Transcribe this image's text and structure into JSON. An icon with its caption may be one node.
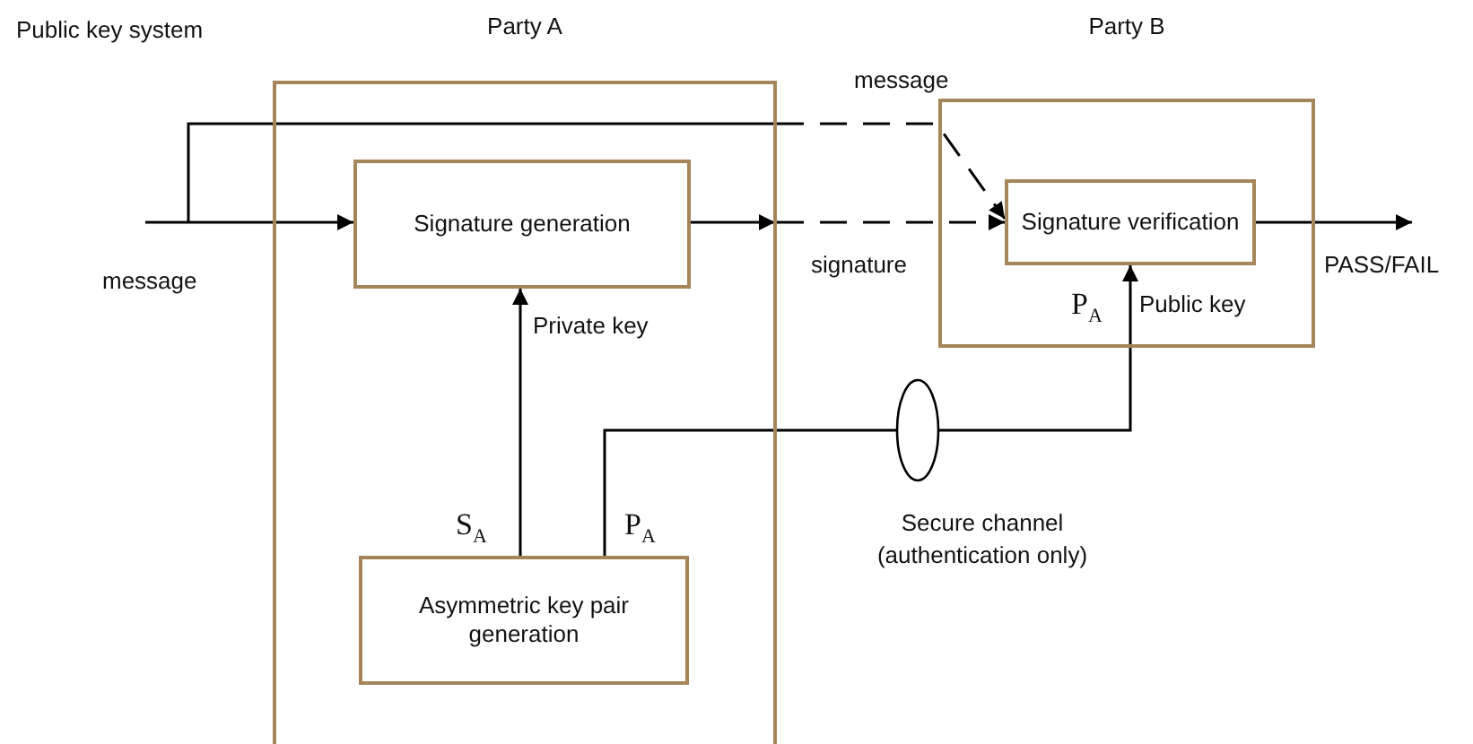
{
  "diagram": {
    "nodes": [
      {
        "text": [
          "Party A"
        ]
      },
      {
        "text": [
          "Signature generation"
        ],
        "in": 0
      },
      {
        "text": [
          "Asymmetric key pair generation"
        ],
        "in": 0
      },
      {
        "text": [
          "Party B"
        ]
      },
      {
        "text": [
          "Signature verification"
        ],
        "in": 3
      },
      {
        "text": [],
        "shape": "ellipse",
        "beside": [
          "Secure channel (authentication only)"
        ]
      }
    ],
    "edges": [
      {
        "from": null,
        "to": 1,
        "arrow": "to",
        "label": "message"
      },
      {
        "from": null,
        "to": 4,
        "arrow": "to",
        "label": "message",
        "style": "dashed"
      },
      {
        "from": 1,
        "to": 4,
        "arrow": "to",
        "label": "signature",
        "style": "dashed"
      },
      {
        "from": 4,
        "to": null,
        "arrow": "to",
        "label": "PASS/FAIL"
      },
      {
        "from": 2,
        "to": 1,
        "arrow": "to",
        "label": "Private key"
      },
      {
        "from": 2,
        "to": 5,
        "arrow": "none"
      },
      {
        "from": 5,
        "to": 4,
        "arrow": "to",
        "label": "Public key"
      }
    ],
    "labels": [
      "Public key system",
      "S$_{A}$",
      "P$_{A}$",
      "P$_{A}$"
    ]
  }
}
